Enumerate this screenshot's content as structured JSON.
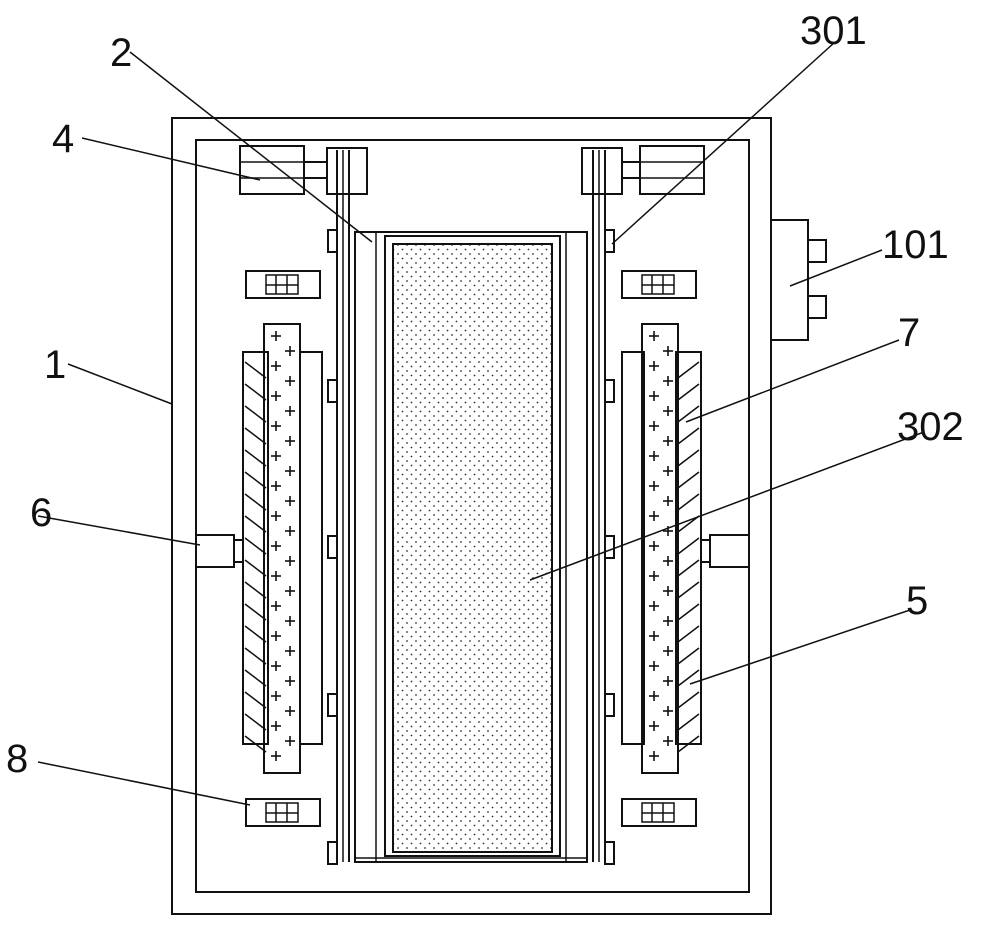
{
  "diagram": {
    "labels": {
      "housing": "1",
      "inner_frame": "2",
      "guide_rail": "301",
      "plate": "302",
      "drive_unit": "4",
      "side_plate": "5",
      "cylinder": "6",
      "tooth": "7",
      "block": "8",
      "connector": "101"
    }
  },
  "colors": {
    "stroke": "#111111",
    "background": "#ffffff"
  }
}
